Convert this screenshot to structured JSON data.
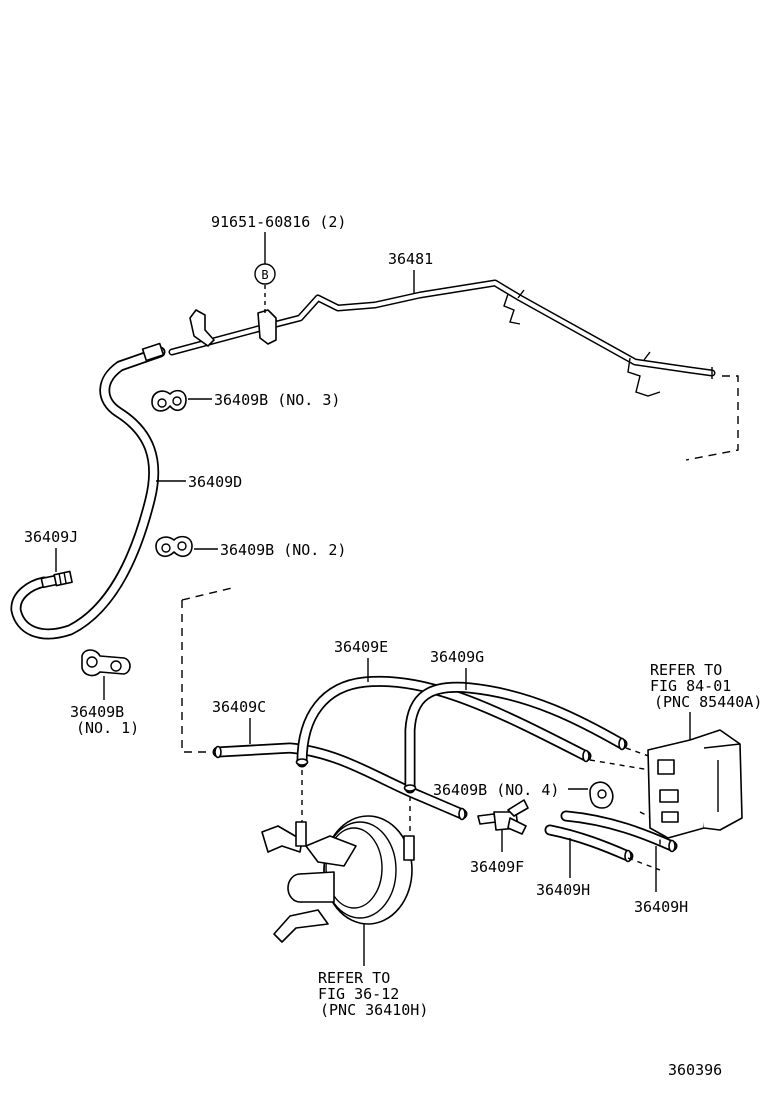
{
  "labels": {
    "bolt": "91651-60816 (2)",
    "bolt_ref": "B",
    "pipe": "36481",
    "clamp_no3": "36409B (NO. 3)",
    "hose_d": "36409D",
    "union_j": "36409J",
    "clamp_no2": "36409B (NO. 2)",
    "clamp_no1_part": "36409B",
    "clamp_no1_note": "(NO. 1)",
    "hose_c": "36409C",
    "hose_e": "36409E",
    "hose_g": "36409G",
    "clamp_no4": "36409B (NO. 4)",
    "union_f": "36409F",
    "hose_h1": "36409H",
    "hose_h2": "36409H",
    "ref_top_1": "REFER TO",
    "ref_top_2": "FIG 84-01",
    "ref_top_3": "(PNC 85440A)",
    "ref_bottom_1": "REFER TO",
    "ref_bottom_2": "FIG 36-12",
    "ref_bottom_3": "(PNC 36410H)",
    "diagram_number": "360396"
  }
}
